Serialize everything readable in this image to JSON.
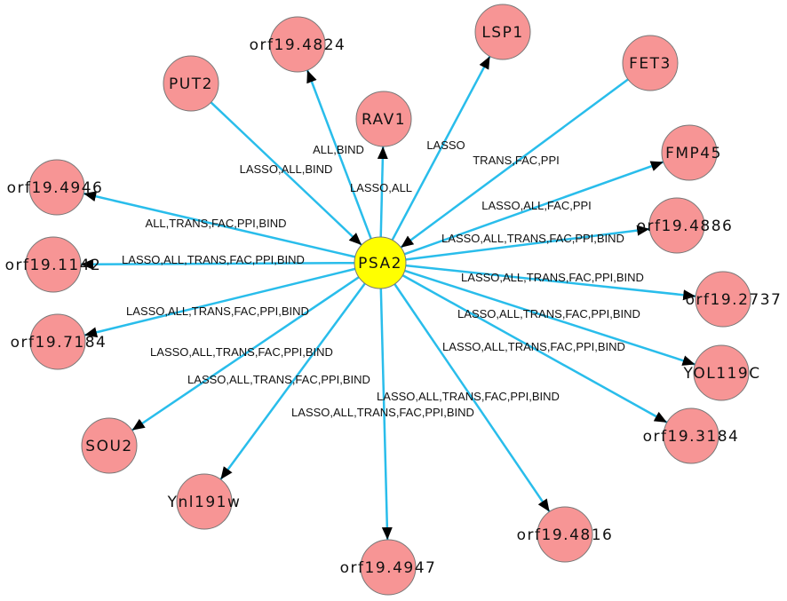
{
  "colors": {
    "edge": "#29BDEB",
    "hub_fill": "#FFFF00",
    "node_fill": "#F79595",
    "node_stroke": "#777777",
    "text": "#111111",
    "arrowhead": "#000000"
  },
  "hub": {
    "id": "PSA2",
    "label": "PSA2"
  },
  "nodes": [
    {
      "id": "LSP1",
      "label": "LSP1"
    },
    {
      "id": "orf19.4824",
      "label": "orf19.4824"
    },
    {
      "id": "FET3",
      "label": "FET3"
    },
    {
      "id": "PUT2",
      "label": "PUT2"
    },
    {
      "id": "RAV1",
      "label": "RAV1"
    },
    {
      "id": "FMP45",
      "label": "FMP45"
    },
    {
      "id": "orf19.4946",
      "label": "orf19.4946"
    },
    {
      "id": "orf19.4886",
      "label": "orf19.4886"
    },
    {
      "id": "orf19.1142",
      "label": "orf19.1142"
    },
    {
      "id": "orf19.2737",
      "label": "orf19.2737"
    },
    {
      "id": "orf19.7184",
      "label": "orf19.7184"
    },
    {
      "id": "YOL119C",
      "label": "YOL119C"
    },
    {
      "id": "SOU2",
      "label": "SOU2"
    },
    {
      "id": "orf19.3184",
      "label": "orf19.3184"
    },
    {
      "id": "Ynl191w",
      "label": "Ynl191w"
    },
    {
      "id": "orf19.4816",
      "label": "orf19.4816"
    },
    {
      "id": "orf19.4947",
      "label": "orf19.4947"
    }
  ],
  "edges": [
    {
      "source": "PSA2",
      "target": "LSP1",
      "label": "LASSO"
    },
    {
      "source": "PSA2",
      "target": "orf19.4824",
      "label": "ALL,BIND"
    },
    {
      "source": "FET3",
      "target": "PSA2",
      "label": "TRANS,FAC,PPI"
    },
    {
      "source": "PUT2",
      "target": "PSA2",
      "label": "LASSO,ALL,BIND"
    },
    {
      "source": "PSA2",
      "target": "RAV1",
      "label": "LASSO,ALL"
    },
    {
      "source": "PSA2",
      "target": "FMP45",
      "label": "LASSO,ALL,FAC,PPI"
    },
    {
      "source": "PSA2",
      "target": "orf19.4946",
      "label": "ALL,TRANS,FAC,PPI,BIND"
    },
    {
      "source": "PSA2",
      "target": "orf19.4886",
      "label": "LASSO,ALL,TRANS,FAC,PPI,BIND"
    },
    {
      "source": "PSA2",
      "target": "orf19.1142",
      "label": "LASSO,ALL,TRANS,FAC,PPI,BIND"
    },
    {
      "source": "PSA2",
      "target": "orf19.2737",
      "label": "LASSO,ALL,TRANS,FAC,PPI,BIND"
    },
    {
      "source": "PSA2",
      "target": "orf19.7184",
      "label": "LASSO,ALL,TRANS,FAC,PPI,BIND"
    },
    {
      "source": "PSA2",
      "target": "YOL119C",
      "label": "LASSO,ALL,TRANS,FAC,PPI,BIND"
    },
    {
      "source": "PSA2",
      "target": "SOU2",
      "label": "LASSO,ALL,TRANS,FAC,PPI,BIND"
    },
    {
      "source": "PSA2",
      "target": "orf19.3184",
      "label": "LASSO,ALL,TRANS,FAC,PPI,BIND"
    },
    {
      "source": "PSA2",
      "target": "Ynl191w",
      "label": "LASSO,ALL,TRANS,FAC,PPI,BIND"
    },
    {
      "source": "PSA2",
      "target": "orf19.4816",
      "label": "LASSO,ALL,TRANS,FAC,PPI,BIND"
    },
    {
      "source": "PSA2",
      "target": "orf19.4947",
      "label": "LASSO,ALL,TRANS,FAC,PPI,BIND"
    }
  ]
}
